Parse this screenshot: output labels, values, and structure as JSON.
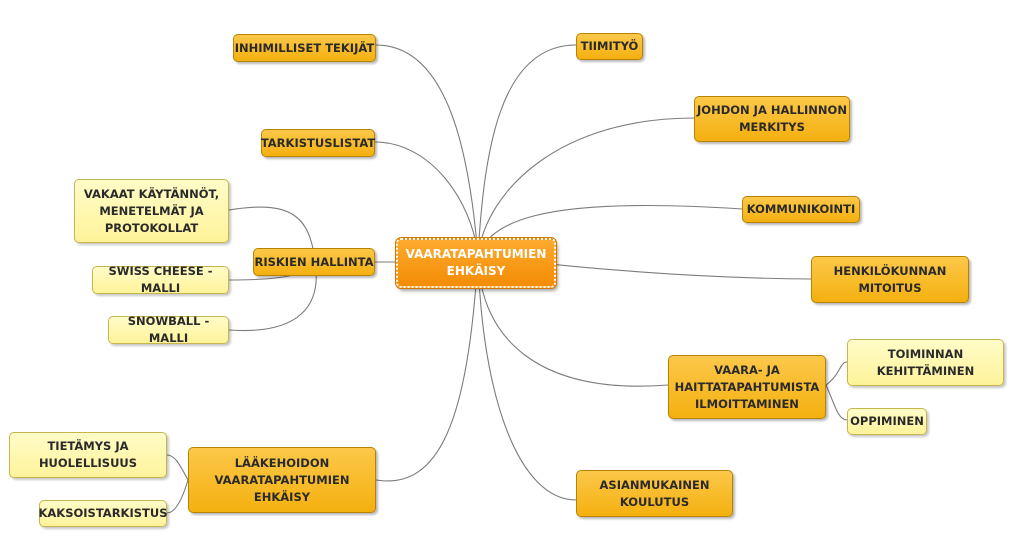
{
  "center": "VAARATAPAHTUMIEN\nEHKÄISY",
  "main_topics": {
    "inhimilliset": "INHIMILLISET TEKIJÄT",
    "tiimityo": "TIIMITYÖ",
    "johdon": "JOHDON JA HALLINNON\nMERKITYS",
    "tarkistuslistat": "TARKISTUSLISTAT",
    "kommunikointi": "KOMMUNIKOINTI",
    "riskien": "RISKIEN HALLINTA",
    "henkilokunnan": "HENKILÖKUNNAN\nMITOITUS",
    "vaara": "VAARA- JA\nHAITTATAPAHTUMISTA\nILMOITTAMINEN",
    "laakehoidon": "LÄÄKEHOIDON\nVAARATAPAHTUMIEN\nEHKÄISY",
    "koulutus": "ASIANMUKAINEN\nKOULUTUS"
  },
  "sub_topics": {
    "vakaat": "VAKAAT KÄYTÄNNÖT,\nMENETELMÄT JA\nPROTOKOLLAT",
    "swiss": "SWISS CHEESE -MALLI",
    "snowball": "SNOWBALL -MALLI",
    "toiminnan": "TOIMINNAN\nKEHITTÄMINEN",
    "oppiminen": "OPPIMINEN",
    "tietamys": "TIETÄMYS JA\nHUOLELLISUUS",
    "kaksois": "KAKSOISTARKISTUS"
  },
  "colors": {
    "center_fill": "#f48c05",
    "main_fill": "#f4b00f",
    "sub_fill": "#fff39a",
    "connector": "#7c7c7c"
  }
}
